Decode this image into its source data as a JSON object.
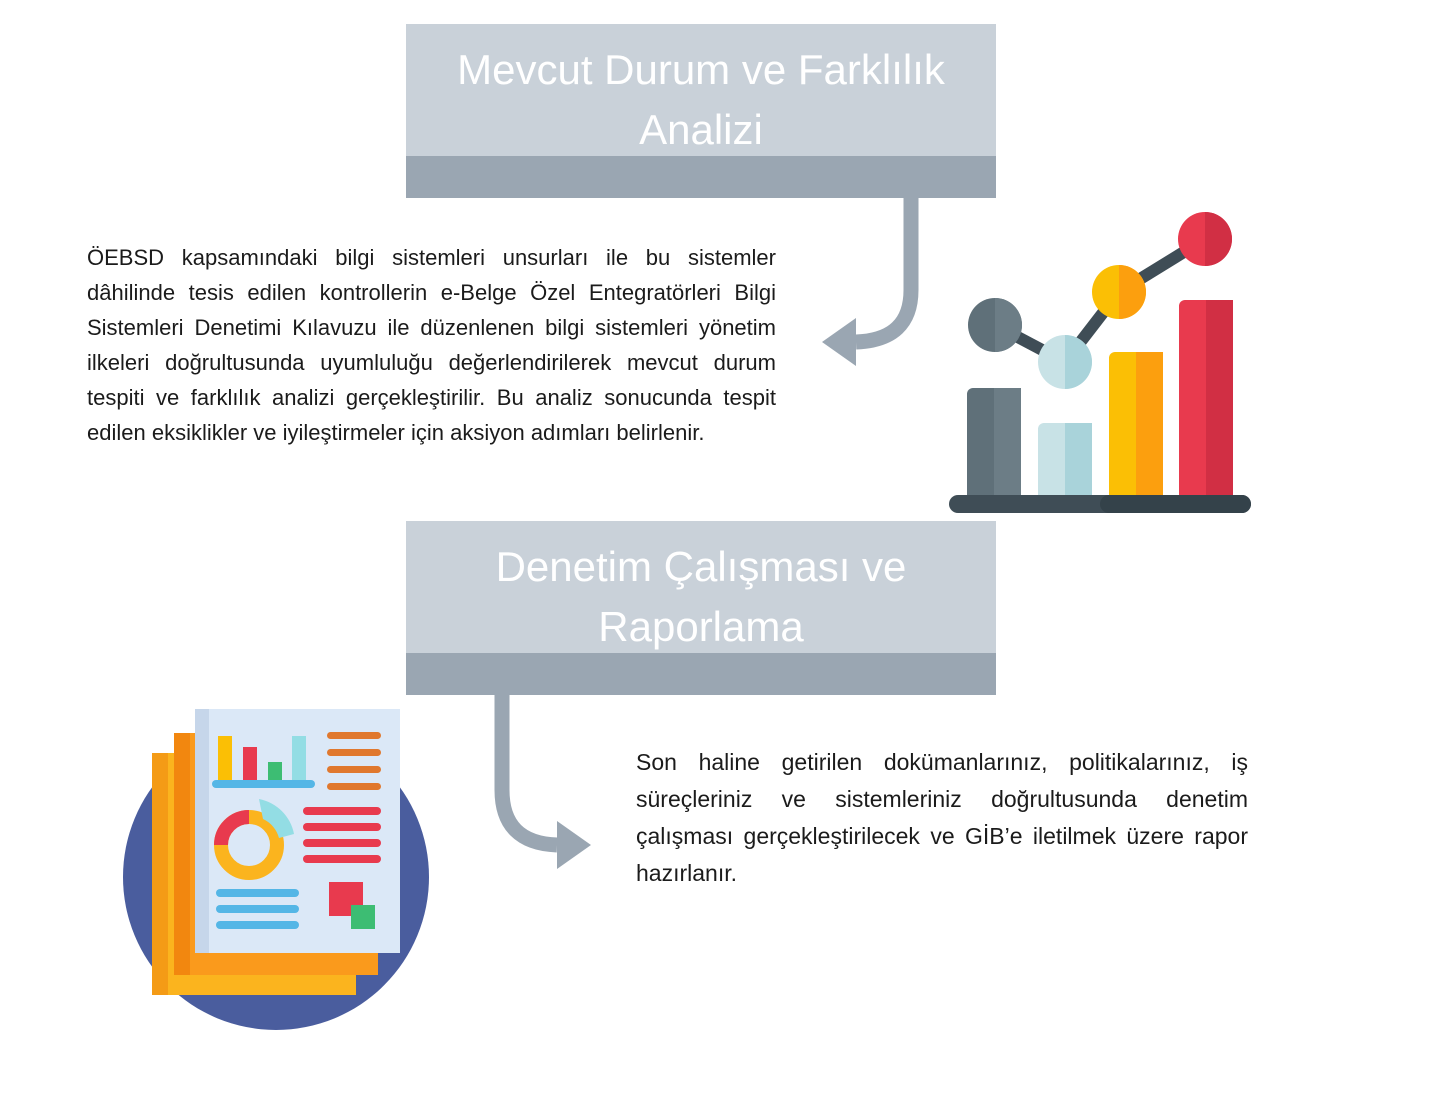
{
  "steps": [
    {
      "title_line1": "Mevcut Durum ve Farklılık",
      "title_line2": "Analizi",
      "description": "ÖEBSD kapsamındaki bilgi sistemleri unsurları ile bu sistemler dâhilinde tesis edilen kontrollerin e-Belge Özel Entegratörleri Bilgi Sistemleri Denetimi Kılavuzu ile düzenlenen bilgi sistemleri yönetim ilkeleri doğrultusunda uyumluluğu değerlendirilerek mevcut durum tespiti ve farklılık analizi gerçekleştirilir. Bu analiz sonucunda tespit edilen eksiklikler ve iyileştirmeler için aksiyon adımları belirlenir.",
      "icon": "growth-chart-icon"
    },
    {
      "title_line1": "Denetim Çalışması ve",
      "title_line2": "Raporlama",
      "description": "Son haline getirilen dokümanlarınız, politikalarınız, iş süreçleriniz ve sistemleriniz doğrultusunda denetim çalışması gerçekleştirilecek ve GİB’e iletilmek üzere rapor  hazırlanır.",
      "icon": "report-documents-icon"
    }
  ],
  "colors": {
    "box": "#c9d1d9",
    "band": "#9aa6b2",
    "arrow": "#9aa6b2",
    "text": "#1b1b1b",
    "circle": "#4a5d9e"
  }
}
